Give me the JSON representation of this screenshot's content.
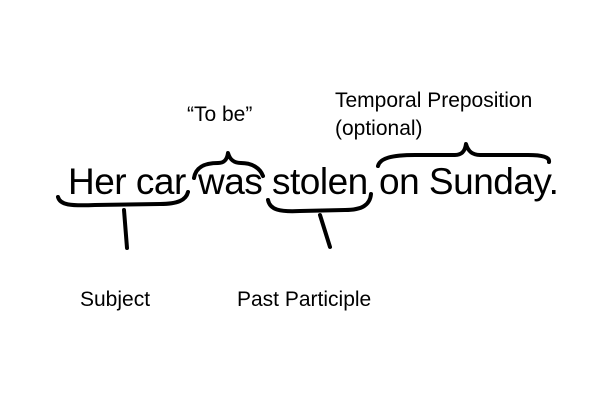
{
  "sentence": {
    "subject": "Her car",
    "to_be": "was",
    "past_participle": "stolen",
    "temporal_phrase": "on Sunday."
  },
  "labels": {
    "to_be": "“To be”",
    "temporal_line1": "Temporal Preposition",
    "temporal_line2": "(optional)",
    "subject": "Subject",
    "past_participle": "Past Participle"
  }
}
